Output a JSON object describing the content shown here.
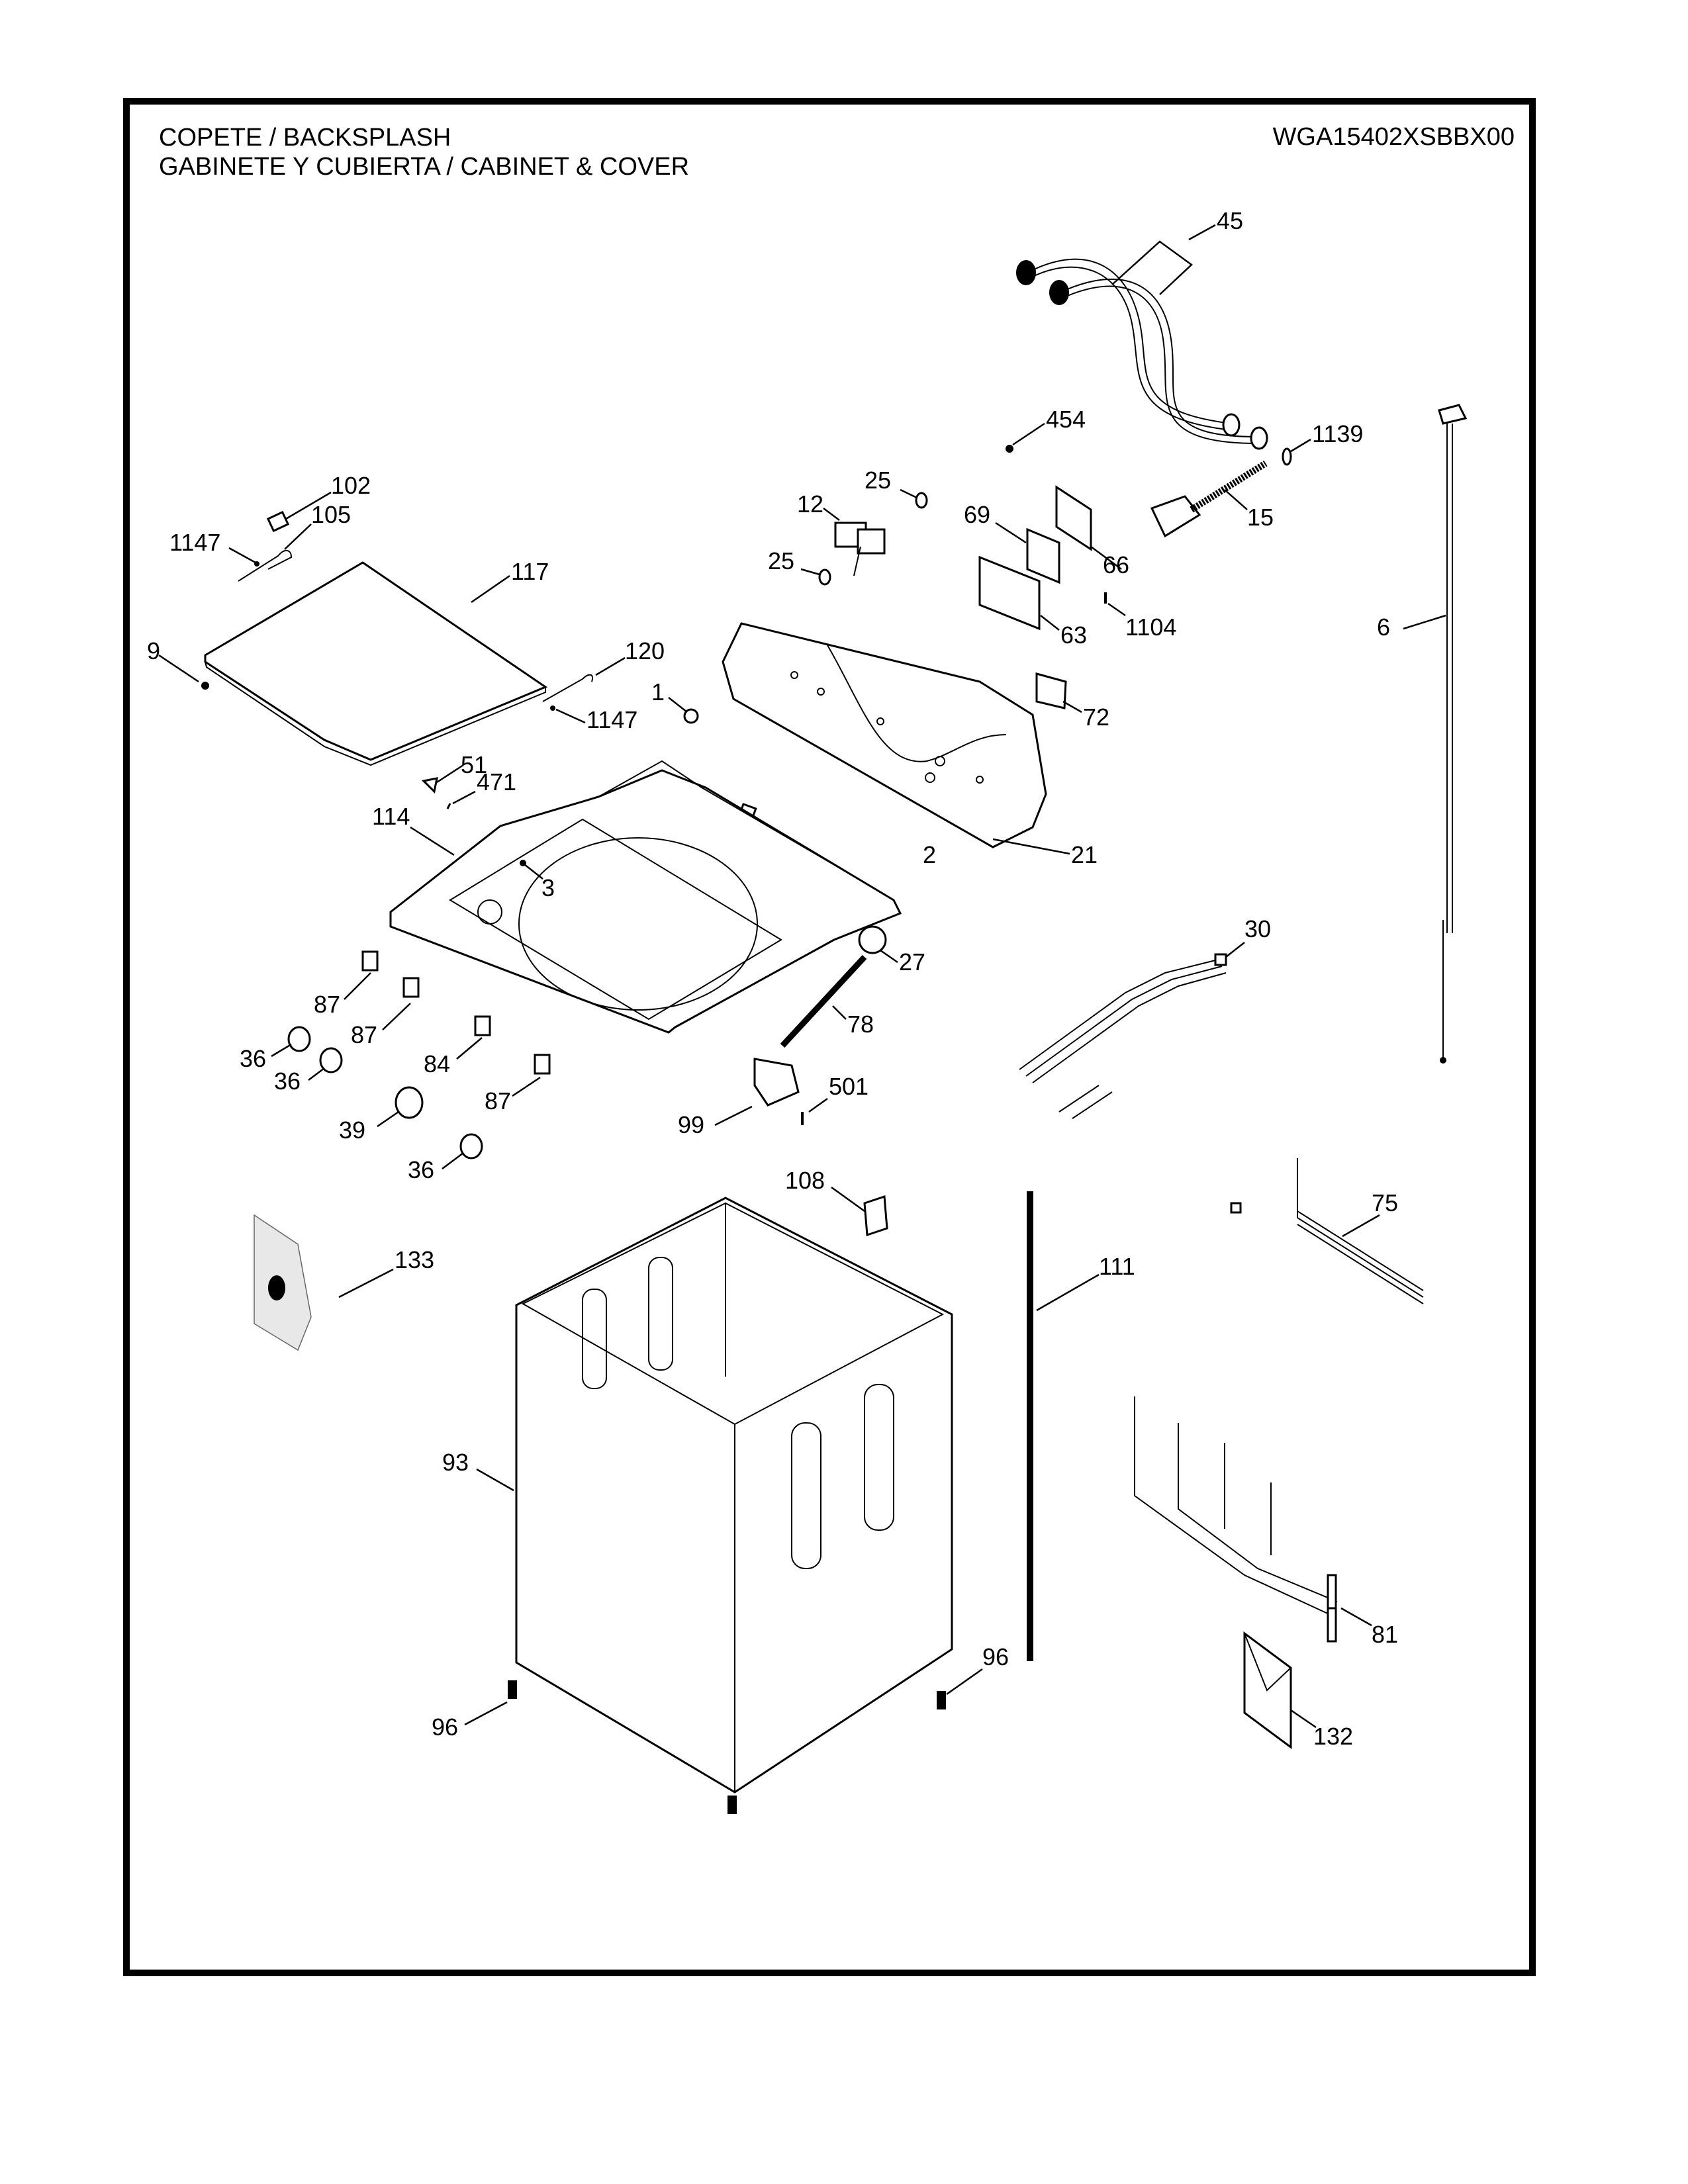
{
  "header": {
    "title_line1": "COPETE / BACKSPLASH",
    "title_line2": "GABINETE Y CUBIERTA / CABINET & COVER",
    "model_number": "WGA15402XSBBX00"
  },
  "callouts": {
    "c45": "45",
    "c454": "454",
    "c1139": "1139",
    "c102": "102",
    "c105": "105",
    "c1147a": "1147",
    "c117": "117",
    "c9": "9",
    "c120": "120",
    "c1147b": "1147",
    "c1": "1",
    "c12": "12",
    "c25a": "25",
    "c25b": "25",
    "c69": "69",
    "c66": "66",
    "c15": "15",
    "c63": "63",
    "c1104": "1104",
    "c6": "6",
    "c72": "72",
    "c21": "21",
    "c2": "2",
    "c51": "51",
    "c471": "471",
    "c114": "114",
    "c3": "3",
    "c27": "27",
    "c30": "30",
    "c78": "78",
    "c87a": "87",
    "c87b": "87",
    "c84": "84",
    "c87c": "87",
    "c36a": "36",
    "c36b": "36",
    "c39": "39",
    "c36c": "36",
    "c99": "99",
    "c501": "501",
    "c108": "108",
    "c133": "133",
    "c111": "111",
    "c75": "75",
    "c93": "93",
    "c81": "81",
    "c96a": "96",
    "c96b": "96",
    "c132": "132"
  }
}
